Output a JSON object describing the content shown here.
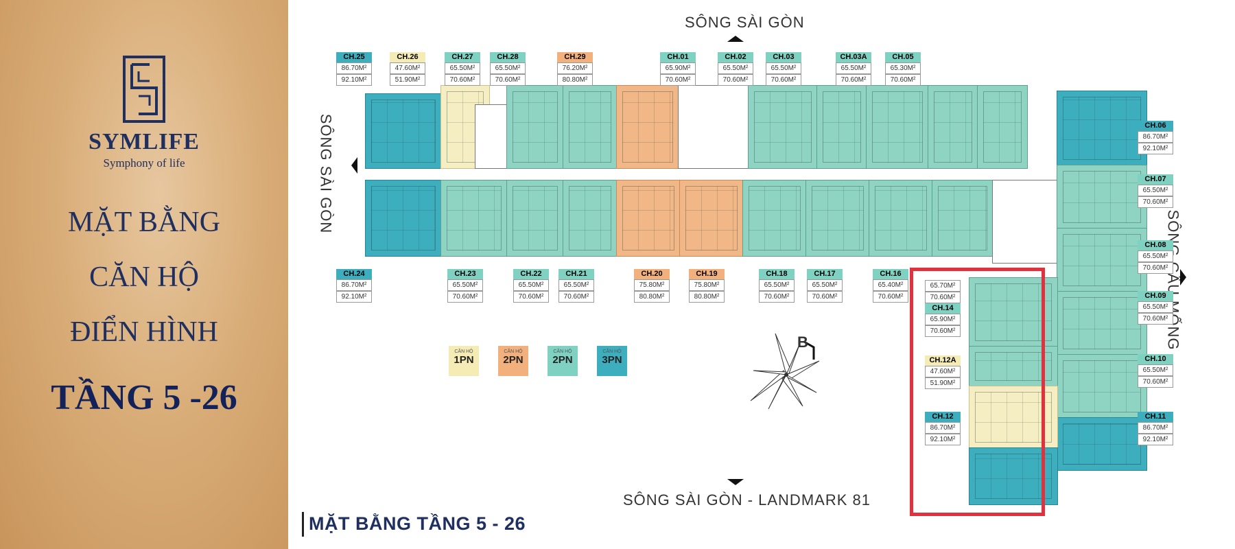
{
  "brand": {
    "name": "SYMLIFE",
    "tagline": "Symphony of life"
  },
  "title": {
    "line1": "MẶT BẰNG",
    "line2": "CĂN HỘ",
    "line3": "ĐIỂN HÌNH",
    "line4": "TẦNG 5 -26"
  },
  "directions": {
    "top": "SÔNG SÀI GÒN",
    "left": "SÔNG SÀI GÒN",
    "right": "SÔNG CẦU MỐNG",
    "bottom": "SÔNG SÀI GÒN - LANDMARK 81"
  },
  "compass_label": "B",
  "legend": [
    {
      "top": "CĂN HỘ",
      "bottom": "1PN",
      "color": "#f5ecb5"
    },
    {
      "top": "CĂN HỘ",
      "bottom": "2PN",
      "color": "#f2b07c"
    },
    {
      "top": "CĂN HỘ",
      "bottom": "2PN",
      "color": "#7fd2c2"
    },
    {
      "top": "CĂN HỘ",
      "bottom": "3PN",
      "color": "#3daebd"
    }
  ],
  "apartments": {
    "ch25": {
      "code": "CH.25",
      "area1": "86.70M²",
      "area2": "92.10M²"
    },
    "ch26": {
      "code": "CH.26",
      "area1": "47.60M²",
      "area2": "51.90M²"
    },
    "ch27": {
      "code": "CH.27",
      "area1": "65.50M²",
      "area2": "70.60M²"
    },
    "ch28": {
      "code": "CH.28",
      "area1": "65.50M²",
      "area2": "70.60M²"
    },
    "ch29": {
      "code": "CH.29",
      "area1": "76.20M²",
      "area2": "80.80M²"
    },
    "ch01": {
      "code": "CH.01",
      "area1": "65.90M²",
      "area2": "70.60M²"
    },
    "ch02": {
      "code": "CH.02",
      "area1": "65.50M²",
      "area2": "70.60M²"
    },
    "ch03": {
      "code": "CH.03",
      "area1": "65.50M²",
      "area2": "70.60M²"
    },
    "ch03a": {
      "code": "CH.03A",
      "area1": "65.50M²",
      "area2": "70.60M²"
    },
    "ch05": {
      "code": "CH.05",
      "area1": "65.30M²",
      "area2": "70.60M²"
    },
    "ch06": {
      "code": "CH.06",
      "area1": "86.70M²",
      "area2": "92.10M²"
    },
    "ch07": {
      "code": "CH.07",
      "area1": "65.50M²",
      "area2": "70.60M²"
    },
    "ch08": {
      "code": "CH.08",
      "area1": "65.50M²",
      "area2": "70.60M²"
    },
    "ch09": {
      "code": "CH.09",
      "area1": "65.50M²",
      "area2": "70.60M²"
    },
    "ch10": {
      "code": "CH.10",
      "area1": "65.50M²",
      "area2": "70.60M²"
    },
    "ch11": {
      "code": "CH.11",
      "area1": "86.70M²",
      "area2": "92.10M²"
    },
    "ch24": {
      "code": "CH.24",
      "area1": "86.70M²",
      "area2": "92.10M²"
    },
    "ch23": {
      "code": "CH.23",
      "area1": "65.50M²",
      "area2": "70.60M²"
    },
    "ch22": {
      "code": "CH.22",
      "area1": "65.50M²",
      "area2": "70.60M²"
    },
    "ch21": {
      "code": "CH.21",
      "area1": "65.50M²",
      "area2": "70.60M²"
    },
    "ch20": {
      "code": "CH.20",
      "area1": "75.80M²",
      "area2": "80.80M²"
    },
    "ch19": {
      "code": "CH.19",
      "area1": "75.80M²",
      "area2": "80.80M²"
    },
    "ch18": {
      "code": "CH.18",
      "area1": "65.50M²",
      "area2": "70.60M²"
    },
    "ch17": {
      "code": "CH.17",
      "area1": "65.50M²",
      "area2": "70.60M²"
    },
    "ch16": {
      "code": "CH.16",
      "area1": "65.40M²",
      "area2": "70.60M²"
    },
    "ch15": {
      "area1": "65.70M²",
      "area2": "70.60M²"
    },
    "ch14": {
      "code": "CH.14",
      "area1": "65.90M²",
      "area2": "70.60M²"
    },
    "ch12a": {
      "code": "CH.12A",
      "area1": "47.60M²",
      "area2": "51.90M²"
    },
    "ch12": {
      "code": "CH.12",
      "area1": "86.70M²",
      "area2": "92.10M²"
    }
  },
  "footer": {
    "title": "MẶT BẰNG TẦNG 5 - 26"
  }
}
